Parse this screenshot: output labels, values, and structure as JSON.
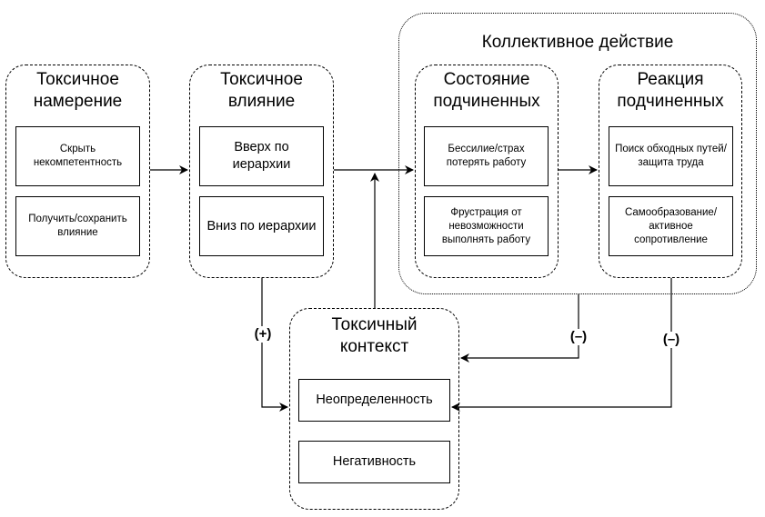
{
  "collective": {
    "title": "Коллективное действие"
  },
  "intent": {
    "title": "Токсичное намерение",
    "items": [
      "Скрыть некомпетентность",
      "Получить/сохранить влияние"
    ]
  },
  "influence": {
    "title": "Токсичное влияние",
    "items": [
      "Вверх по иерархии",
      "Вниз по иерархии"
    ]
  },
  "state": {
    "title": "Состояние подчиненных",
    "items": [
      "Бессилие/страх потерять работу",
      "Фрустрация от невозможности выполнять работу"
    ]
  },
  "reaction": {
    "title": "Реакция подчиненных",
    "items": [
      "Поиск обходных путей/защита труда",
      "Самообразование/ активное сопротивление"
    ]
  },
  "context": {
    "title": "Токсичный контекст",
    "items": [
      "Неопределенность",
      "Негативность"
    ]
  },
  "labels": {
    "plus": "(+)",
    "minus": "(–)"
  }
}
